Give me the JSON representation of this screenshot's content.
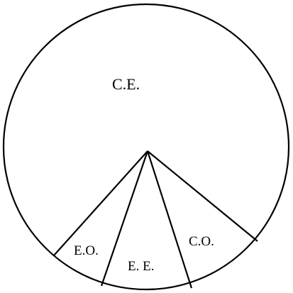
{
  "diagram": {
    "stroke_color": "#000000",
    "background": "#ffffff",
    "sectors": [
      {
        "id": "ce",
        "label": "C.E."
      },
      {
        "id": "eo",
        "label": "E.O."
      },
      {
        "id": "ee",
        "label": "E. E."
      },
      {
        "id": "co",
        "label": "C.O."
      }
    ]
  }
}
